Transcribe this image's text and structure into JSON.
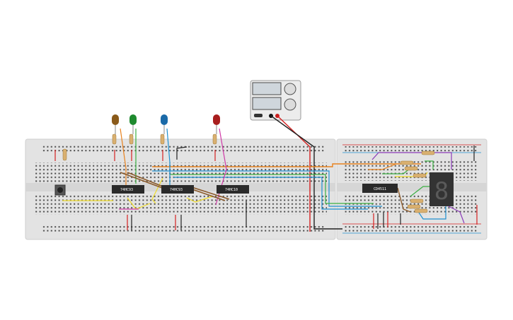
{
  "chips": [
    {
      "id": "u1",
      "label": "74HC93"
    },
    {
      "id": "u2",
      "label": "74HC93"
    },
    {
      "id": "u3",
      "label": "74HC10"
    },
    {
      "id": "u4",
      "label": "CD4511"
    }
  ],
  "leds": [
    {
      "name": "led-brown",
      "color": "#8a5a1a"
    },
    {
      "name": "led-green",
      "color": "#1e8a2e"
    },
    {
      "name": "led-blue",
      "color": "#1a6aa8"
    },
    {
      "name": "led-red",
      "color": "#a81e1e"
    }
  ],
  "wire_colors": {
    "orange": "#e8821e",
    "green": "#3cb043",
    "blue": "#1e90d0",
    "magenta": "#d03aa8",
    "yellow": "#f0dc28",
    "brown": "#8b5a2b",
    "red": "#d62020",
    "black": "#222222",
    "purple": "#8a3ab9"
  },
  "display": {
    "digit": "8"
  },
  "power_supply": {
    "name": "dc-power-supply"
  }
}
